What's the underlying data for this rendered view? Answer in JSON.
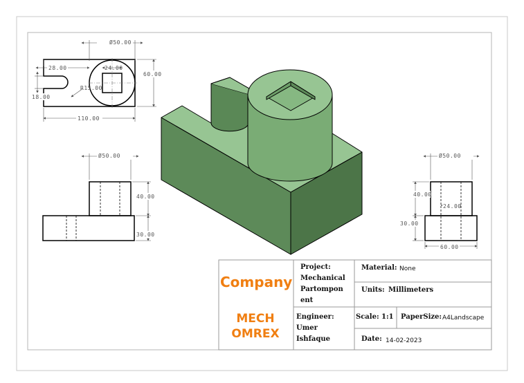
{
  "drawing": {
    "dimensions": {
      "top_view_diameter": "Ø50.00",
      "top_view_left": "28.00",
      "top_view_inner": "24.00",
      "top_view_height": "60.00",
      "top_view_radius": "R15.00",
      "top_view_slot": "18.00",
      "top_view_length": "110.00",
      "front_view_diameter": "Ø50.00",
      "front_view_boss_height": "40.00",
      "front_view_base_height": "30.00",
      "side_view_diameter": "Ø50.00",
      "side_view_boss_height": "40.00",
      "side_view_inner": "24.00",
      "side_view_base_height": "30.00",
      "side_view_width": "60.00"
    },
    "colors": {
      "part_top": "#97c593",
      "part_front": "#5d8a59",
      "part_side": "#4c7548",
      "outline": "#000000",
      "brand": "#f07f12"
    }
  },
  "title_block": {
    "company": "Company",
    "brand_line1": "MECH",
    "brand_line2": "OMREX",
    "project_label": "Project:",
    "project_value_lines": [
      "Mechanical",
      "Partompon",
      "ent"
    ],
    "material_label": "Material:",
    "material_value": "None",
    "units_label": "Units:",
    "units_value": "Millimeters",
    "engineer_label": "Engineer:",
    "engineer_value_lines": [
      "Umer",
      "Ishfaque"
    ],
    "scale_label": "Scale:",
    "scale_value": "1:1",
    "papersize_label": "PaperSize:",
    "papersize_value": "A4Landscape",
    "date_label": "Date:",
    "date_value": "14-02-2023"
  }
}
